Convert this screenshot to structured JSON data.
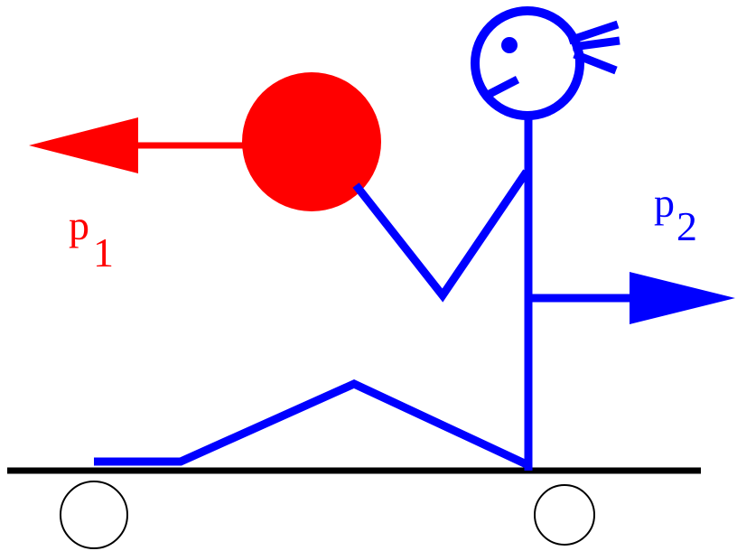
{
  "labels": {
    "p1": {
      "base": "p",
      "sub": "1"
    },
    "p2": {
      "base": "p",
      "sub": "2"
    }
  },
  "colors": {
    "ball": "#ff0000",
    "person": "#0000ff",
    "cart": "#000000",
    "background": "#ffffff"
  }
}
